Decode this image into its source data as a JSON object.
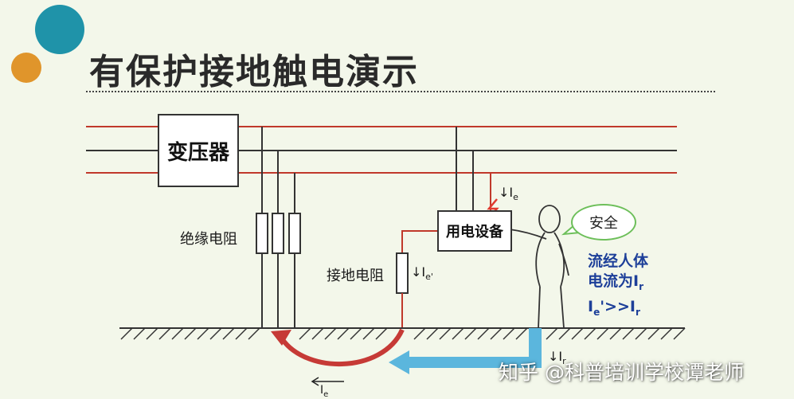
{
  "title": "有保护接地触电演示",
  "transformer_label": "变压器",
  "device_label": "用电设备",
  "insulation_label": "绝缘电阻",
  "grounding_label": "接地电阻",
  "safe_label": "安全",
  "current_ie_device": "↓I",
  "current_ie_device_sub": "e",
  "current_ie_ground": "↓I",
  "current_ie_ground_sub": "e'",
  "current_ir": "↓I",
  "current_ir_sub": "r",
  "current_return": "I",
  "current_return_sub": "e",
  "body_text_line1": "流经人体",
  "body_text_line2": "电流为I",
  "body_text_line2_sub": "r",
  "body_text_line3": "I",
  "body_text_line3_sub": "e",
  "body_text_line3_rest": "'>>I",
  "body_text_line3_sub2": "r",
  "watermark": "知乎 @科普培训学校谭老师",
  "colors": {
    "line_red": "#c0392b",
    "line_dark": "#333333",
    "arrow_blue": "#5bb6dd",
    "arrow_red": "#c63a36",
    "accent_teal": "#1f93a9",
    "accent_orange": "#e0952b",
    "text_blue": "#1d3f99"
  }
}
